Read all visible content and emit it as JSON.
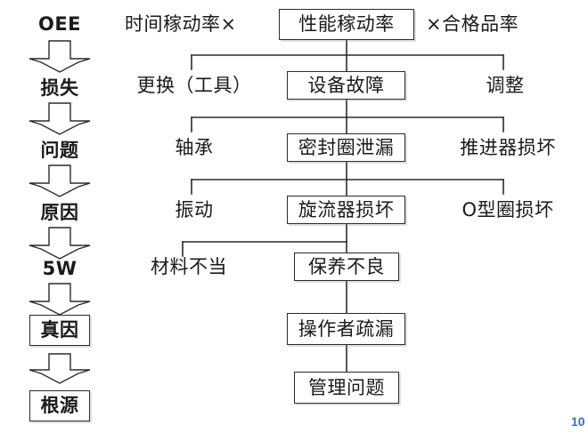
{
  "diagram": {
    "title_formula": {
      "left_term": "时间稼动率×",
      "center_term": "性能稼动率",
      "right_term": "×合格品率"
    },
    "stage_column": [
      {
        "label": "OEE",
        "boxed": false,
        "bold_latin": true
      },
      {
        "label": "损失",
        "boxed": false,
        "bold_latin": false
      },
      {
        "label": "问题",
        "boxed": false,
        "bold_latin": false
      },
      {
        "label": "原因",
        "boxed": false,
        "bold_latin": false
      },
      {
        "label": "5W",
        "boxed": false,
        "bold_latin": true
      },
      {
        "label": "真因",
        "boxed": true,
        "bold_latin": false
      },
      {
        "label": "根源",
        "boxed": true,
        "bold_latin": false
      }
    ],
    "stage_arrows": 6,
    "levels": [
      {
        "left_cause": "更换（工具）",
        "center_cause": "设备故障",
        "right_cause": "调整",
        "center_boxed": true
      },
      {
        "left_cause": "轴承",
        "center_cause": "密封圈泄漏",
        "right_cause": "推进器损坏",
        "center_boxed": true
      },
      {
        "left_cause": "振动",
        "center_cause": "旋流器损坏",
        "right_cause": "O型圈损坏",
        "center_boxed": true
      },
      {
        "left_cause": "材料不当",
        "center_cause": "保养不良",
        "right_cause": "",
        "center_boxed": true
      }
    ],
    "tail_chain": [
      {
        "label": "操作者疏漏",
        "boxed": true
      },
      {
        "label": "管理问题",
        "boxed": true
      }
    ],
    "page_number": "10"
  },
  "colors": {
    "line": "#2b2b2b",
    "text": "#1a1a1a",
    "shadow": "#969696",
    "page_number": "#3f6fb5",
    "background": "#ffffff"
  }
}
